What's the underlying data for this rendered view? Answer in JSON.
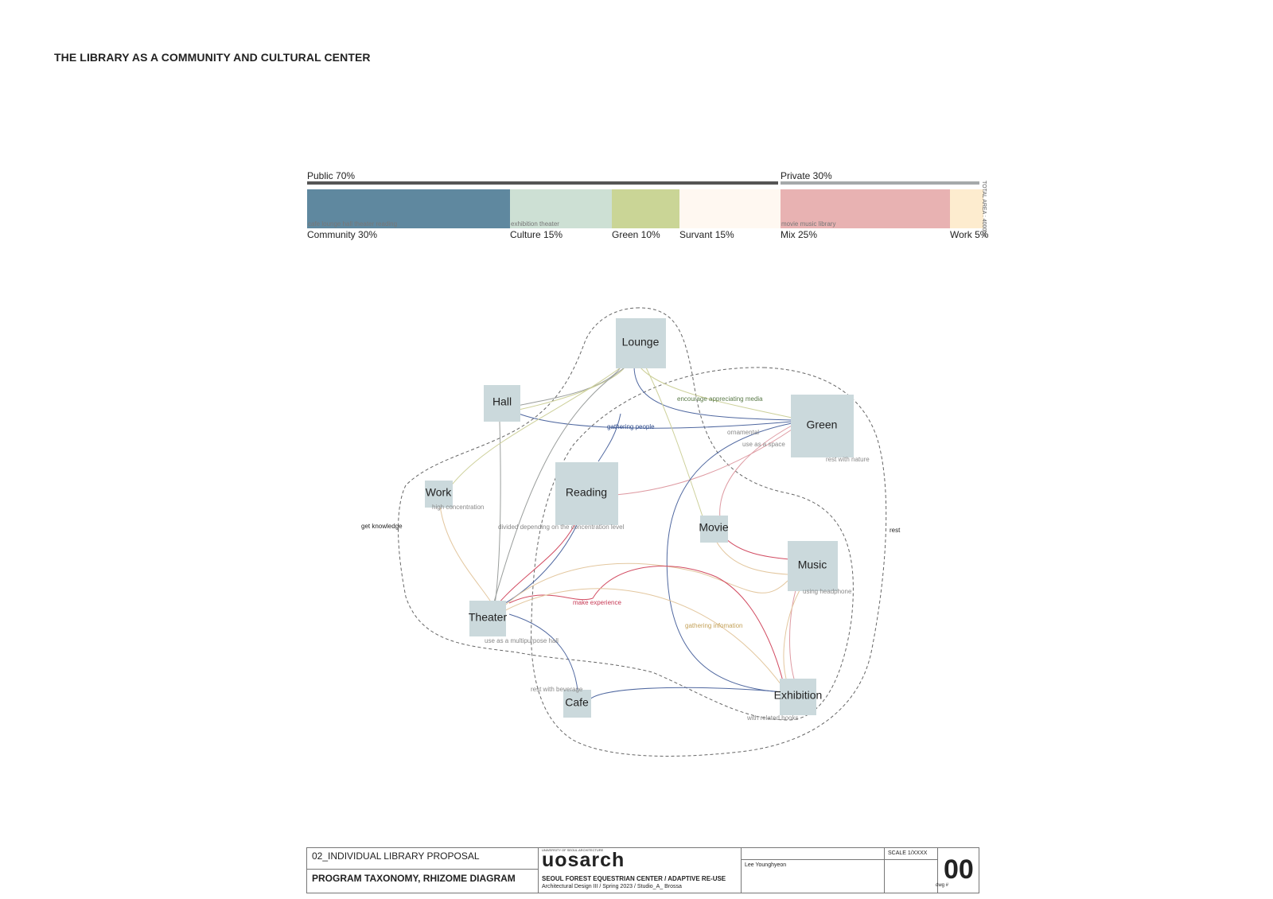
{
  "page": {
    "title": "THE LIBRARY AS A COMMUNITY AND CULTURAL CENTER"
  },
  "program_bar": {
    "public_label": "Public 70%",
    "private_label": "Private 30%",
    "total_area": "TOTAL AREA : 4000m²",
    "segments": [
      {
        "label": "Community 30%",
        "note": "cafe lounge hall theater reading",
        "percent": 30,
        "color": "#5f889f"
      },
      {
        "label": "Culture 15%",
        "note": "exhibition theater",
        "percent": 15,
        "color": "#cde0d4"
      },
      {
        "label": "Green 10%",
        "note": "",
        "percent": 10,
        "color": "#cad596"
      },
      {
        "label": "Survant 15%",
        "note": "",
        "percent": 15,
        "color": "#fff8f1"
      },
      {
        "label": "Mix 25%",
        "note": "movie music library",
        "percent": 25,
        "color": "#e8b2b2"
      },
      {
        "label": "Work 5%",
        "note": "",
        "percent": 5,
        "color": "#fdeccf"
      }
    ],
    "colors": {
      "public_rule": "#555555",
      "private_rule": "#a5a9aa"
    }
  },
  "diagram": {
    "node_color": "#cbd9dc",
    "nodes": [
      "Lounge",
      "Hall",
      "Green",
      "Work",
      "Reading",
      "Movie",
      "Music",
      "Theater",
      "Cafe",
      "Exhibition"
    ],
    "notes": {
      "encourage": "encourage appreciating media",
      "gathering_people": "gathering people",
      "ornamental": "ornamental",
      "use_as_space": "use as a space",
      "rest_with_nature": "rest with nature",
      "high_concentration": "high concentration",
      "get_knowledge": "get knowledge",
      "divided": "divided depending on the concentration level",
      "rest": "rest",
      "using_headphone": "using headphone",
      "make_experience": "make experience",
      "gathering_infomation": "gathering infomation",
      "multipurpose": "use as a multipurpose hall",
      "rest_with_beverage": "rest with beverage",
      "with_related_books": "with related books"
    },
    "line_colors": {
      "blue": "#7f93b8",
      "navy": "#5068a0",
      "olive": "#cdd09a",
      "gray": "#9a9e9c",
      "pink": "#de9aa2",
      "red": "#d24c62",
      "tan": "#e3c79f",
      "green_text": "#5a7a48",
      "blue_text": "#2c4a8a",
      "red_text": "#c73a55",
      "tan_text": "#c4a25a"
    }
  },
  "title_block": {
    "project": "02_INDIVIDUAL LIBRARY PROPOSAL",
    "drawing": "PROGRAM TAXONOMY, RHIZOME DIAGRAM",
    "logo": "uosarch",
    "logo_sub": "UNIVERSITY OF SEOUL ARCHITECTURE",
    "site": "SEOUL FOREST EQUESTRIAN CENTER / ADAPTIVE RE-USE",
    "course": "Architectural Design III / Spring 2023 / Studio_A_ Brossa",
    "author": "Lee Younghyeon",
    "scale": "SCALE 1/XXXX",
    "number": "00",
    "number_label": "dwg #"
  }
}
